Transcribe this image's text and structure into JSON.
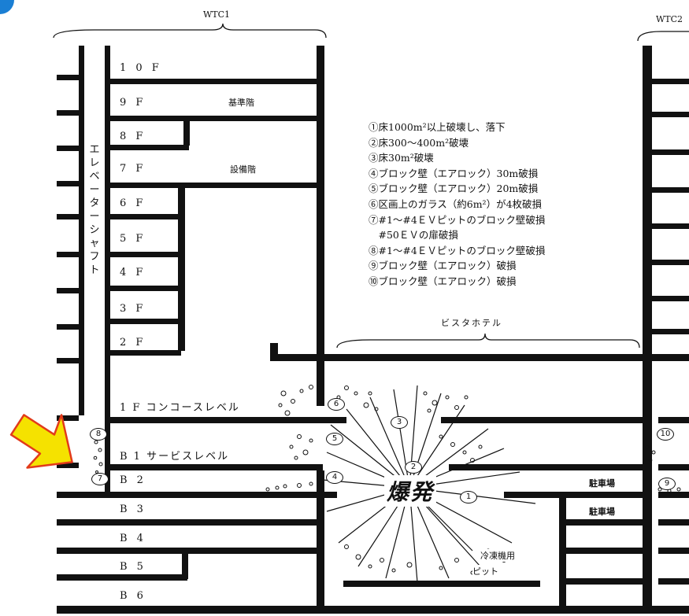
{
  "towers": {
    "wtc1": "WTC1",
    "wtc2": "WTC2"
  },
  "floors": {
    "f10": "1 0 F",
    "f9": "9 F",
    "f8": "8 F",
    "f7": "7 F",
    "f6": "6 F",
    "f5": "5 F",
    "f4": "4 F",
    "f3": "3 F",
    "f2": "2 F",
    "f1": "1 F コンコースレベル",
    "b1": "B 1 サービスレベル",
    "b2": "B 2",
    "b3": "B 3",
    "b4": "B 4",
    "b5": "B 5",
    "b6": "B 6"
  },
  "floor_notes": {
    "kijunkai": "基準階",
    "setsubikai": "設備階"
  },
  "elevator_shaft": "エレベーターシャフト",
  "legend": [
    "①床1000m²以上破壊し、落下",
    "②床300～400m²破壊",
    "③床30m²破壊",
    "④ブロック壁（エアロック）30m破損",
    "⑤ブロック壁（エアロック）20m破損",
    "⑥区画上のガラス（約6m²）が4枚破損",
    "⑦#1～#4ＥＶピットのブロック壁破損",
    "　#50ＥＶの扉破損",
    "⑧#1～#4ＥＶピットのブロック壁破損",
    "⑨ブロック壁（エアロック）破損",
    "⑩ブロック壁（エアロック）破損"
  ],
  "vista_hotel": "ビスタホテル",
  "explosion": "爆発",
  "parking": {
    "p1": "駐車場",
    "p2": "駐車場"
  },
  "chiller_pit": {
    "line1": "冷凍機用",
    "line2": "ピット"
  },
  "markers": {
    "m1": "1",
    "m2": "2",
    "m3": "3",
    "m4": "4",
    "m5": "5",
    "m6": "6",
    "m7": "7",
    "m8": "8",
    "m9": "9",
    "m10": "10"
  },
  "colors": {
    "arrow_fill": "#f5e200",
    "arrow_stroke": "#e23a1a",
    "badge": "#1a7fd4",
    "ink": "#111111"
  }
}
